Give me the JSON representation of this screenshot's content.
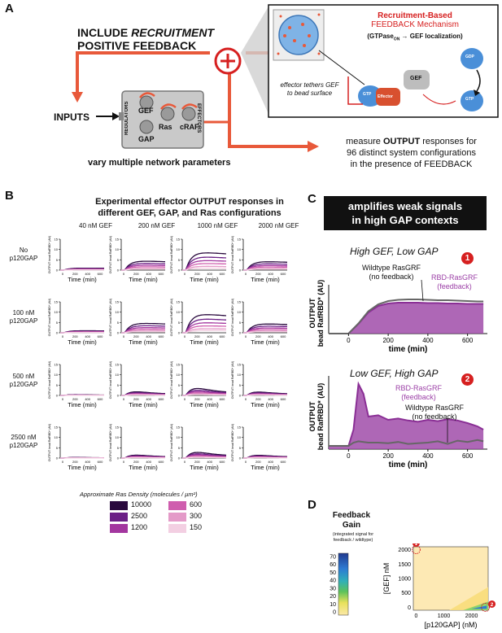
{
  "panels": {
    "a": "A",
    "b": "B",
    "c": "C",
    "d": "D"
  },
  "panel_a": {
    "include_line1": "INCLUDE",
    "include_italic": "RECRUITMENT",
    "include_line2": "POSITIVE FEEDBACK",
    "inputs_label": "INPUTS",
    "regulators_label": "REGULATORS",
    "effectors_label": "EFFECTORS",
    "node_gef": "GEF",
    "node_gap": "GAP",
    "node_ras": "Ras",
    "node_craf": "cRAF",
    "vary_label": "vary multiple network parameters",
    "output_line1_pre": "measure ",
    "output_line1_bold": "OUTPUT",
    "output_line1_post": " responses for",
    "output_line2": "96 distinct system configurations",
    "output_line3": "in the presence of FEEDBACK",
    "inset_title1": "Recruitment-Based",
    "inset_title2": "FEEDBACK Mechanism",
    "inset_title3_pre": "(GTPase",
    "inset_title3_sub": "ON",
    "inset_title3_post": " → GEF localization)",
    "inset_tether": "effector tethers GEF",
    "inset_tether2": "to bead surface",
    "inset_gtp": "GTP",
    "inset_gdp": "GDP",
    "inset_effector": "Effector",
    "inset_gef": "GEF",
    "plus": "+",
    "colors": {
      "accent": "#e8593a",
      "red": "#d62020",
      "panel_grey": "#d9d9d9"
    }
  },
  "panel_b": {
    "title1": "Experimental effector OUTPUT responses in",
    "title2": "different GEF, GAP, and Ras configurations",
    "columns": [
      "40 nM GEF",
      "200 nM GEF",
      "1000 nM GEF",
      "2000 nM GEF"
    ],
    "rows": [
      {
        "l1": "No",
        "l2": "p120GAP"
      },
      {
        "l1": "100 nM",
        "l2": "p120GAP"
      },
      {
        "l1": "500 nM",
        "l2": "p120GAP"
      },
      {
        "l1": "2500 nM",
        "l2": "p120GAP"
      }
    ],
    "xlabel": "Time (min)",
    "ylabel1": "OUTPUT",
    "ylabel2": "bead RafRBD* (AU)",
    "yticks": [
      "0",
      "5",
      "10",
      "15"
    ],
    "xticks": [
      "0",
      "200",
      "400",
      "600"
    ],
    "legend_title": "Approximate Ras Density (molecules / μm²)",
    "legend": [
      {
        "label": "10000",
        "color": "#2a0a3e"
      },
      {
        "label": "2500",
        "color": "#6b1f86"
      },
      {
        "label": "1200",
        "color": "#a3369f"
      },
      {
        "label": "600",
        "color": "#cf5dae"
      },
      {
        "label": "300",
        "color": "#e49ac8"
      },
      {
        "label": "150",
        "color": "#f3cfe2"
      }
    ]
  },
  "panel_c": {
    "banner1": "amplifies weak signals",
    "banner2": "in high GAP contexts",
    "plot1_title": "High GEF, Low GAP",
    "plot1_num": "1",
    "plot1_wt": "Wildtype RasGRF",
    "plot1_wt2": "(no feedback)",
    "plot1_rbd": "RBD-RasGRF",
    "plot1_rbd2": "(feedback)",
    "plot2_title": "Low GEF, High GAP",
    "plot2_num": "2",
    "plot2_rbd": "RBD-RasGRF",
    "plot2_rbd2": "(feedback)",
    "plot2_wt": "Wildtype RasGRF",
    "plot2_wt2": "(no feedback)",
    "ylabel1": "OUTPUT",
    "ylabel2": "bead RafRBD* (AU)",
    "xlabel": "time (min)",
    "xticks": [
      "0",
      "200",
      "400",
      "600"
    ],
    "colors": {
      "feedback": "#9b3fa6",
      "fill": "#a04ca9",
      "wildtype": "#666666"
    }
  },
  "panel_d": {
    "gain_title1": "Feedback",
    "gain_title2": "Gain",
    "gain_sub1": "(integrated signal for",
    "gain_sub2": "feedback / wildtype)",
    "colorbar_ticks": [
      "70",
      "60",
      "50",
      "40",
      "30",
      "20",
      "10",
      "0"
    ],
    "ylabel": "[GEF] nM",
    "xlabel": "[p120GAP] (nM)",
    "yticks": [
      "2000",
      "1500",
      "1000",
      "500",
      "0"
    ],
    "xticks": [
      "0",
      "1000",
      "2000"
    ],
    "marker1": "1",
    "marker2": "2"
  },
  "chart_data": [
    {
      "type": "line",
      "title": "High GEF, Low GAP",
      "xlabel": "time (min)",
      "ylabel": "OUTPUT bead RafRBD* (AU)",
      "x": [
        -100,
        0,
        50,
        100,
        150,
        200,
        250,
        300,
        350,
        400,
        450,
        500,
        550,
        600,
        650,
        680
      ],
      "series": [
        {
          "name": "Wildtype RasGRF (no feedback)",
          "values": [
            0,
            0,
            0.25,
            0.55,
            0.72,
            0.8,
            0.83,
            0.84,
            0.84,
            0.83,
            0.82,
            0.82,
            0.81,
            0.8,
            0.79,
            0.79
          ]
        },
        {
          "name": "RBD-RasGRF (feedback)",
          "values": [
            0,
            0,
            0.24,
            0.52,
            0.68,
            0.74,
            0.76,
            0.76,
            0.76,
            0.75,
            0.75,
            0.74,
            0.74,
            0.73,
            0.73,
            0.73
          ]
        }
      ]
    },
    {
      "type": "line",
      "title": "Low GEF, High GAP",
      "xlabel": "time (min)",
      "ylabel": "OUTPUT bead RafRBD* (AU)",
      "x": [
        -100,
        0,
        25,
        50,
        75,
        100,
        150,
        200,
        250,
        300,
        350,
        400,
        450,
        500,
        550,
        600,
        650,
        680
      ],
      "series": [
        {
          "name": "RBD-RasGRF (feedback)",
          "values": [
            0.05,
            0.05,
            0.3,
            1.0,
            0.85,
            0.5,
            0.52,
            0.45,
            0.47,
            0.44,
            0.42,
            0.45,
            0.43,
            0.46,
            0.44,
            0.4,
            0.35,
            0.3
          ]
        },
        {
          "name": "Wildtype RasGRF (no feedback)",
          "values": [
            0.05,
            0.05,
            0.1,
            0.12,
            0.11,
            0.1,
            0.1,
            0.09,
            0.11,
            0.08,
            0.09,
            0.1,
            0.12,
            0.08,
            0.13,
            0.11,
            0.14,
            0.12
          ]
        }
      ]
    },
    {
      "type": "heatmap",
      "title": "Feedback Gain",
      "xlabel": "[p120GAP] (nM)",
      "ylabel": "[GEF] nM",
      "xlim": [
        -100,
        2600
      ],
      "ylim": [
        -100,
        2100
      ],
      "colorbar": {
        "label": "integrated signal for feedback / wildtype",
        "range": [
          0,
          75
        ]
      }
    }
  ]
}
